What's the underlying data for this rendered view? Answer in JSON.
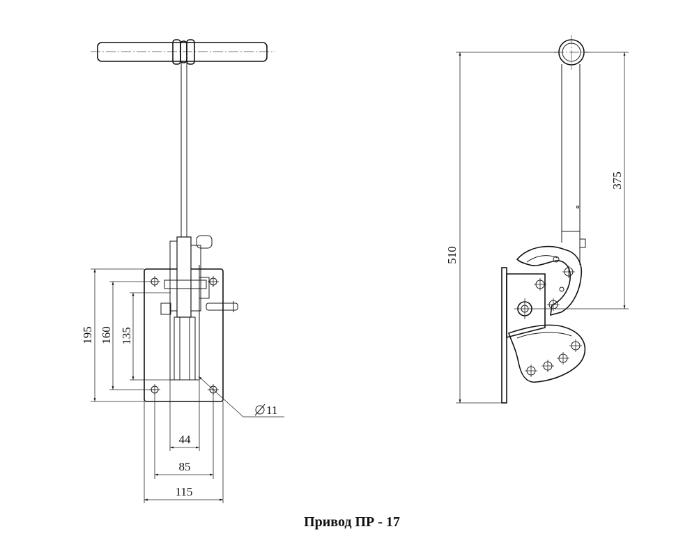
{
  "title": "Привод ПР - 17",
  "front_view": {
    "dims": {
      "h195": "195",
      "h160": "160",
      "h135": "135",
      "w44": "44",
      "w85": "85",
      "w115": "115",
      "hole": "11"
    }
  },
  "side_view": {
    "dims": {
      "h510": "510",
      "h375": "375"
    }
  }
}
